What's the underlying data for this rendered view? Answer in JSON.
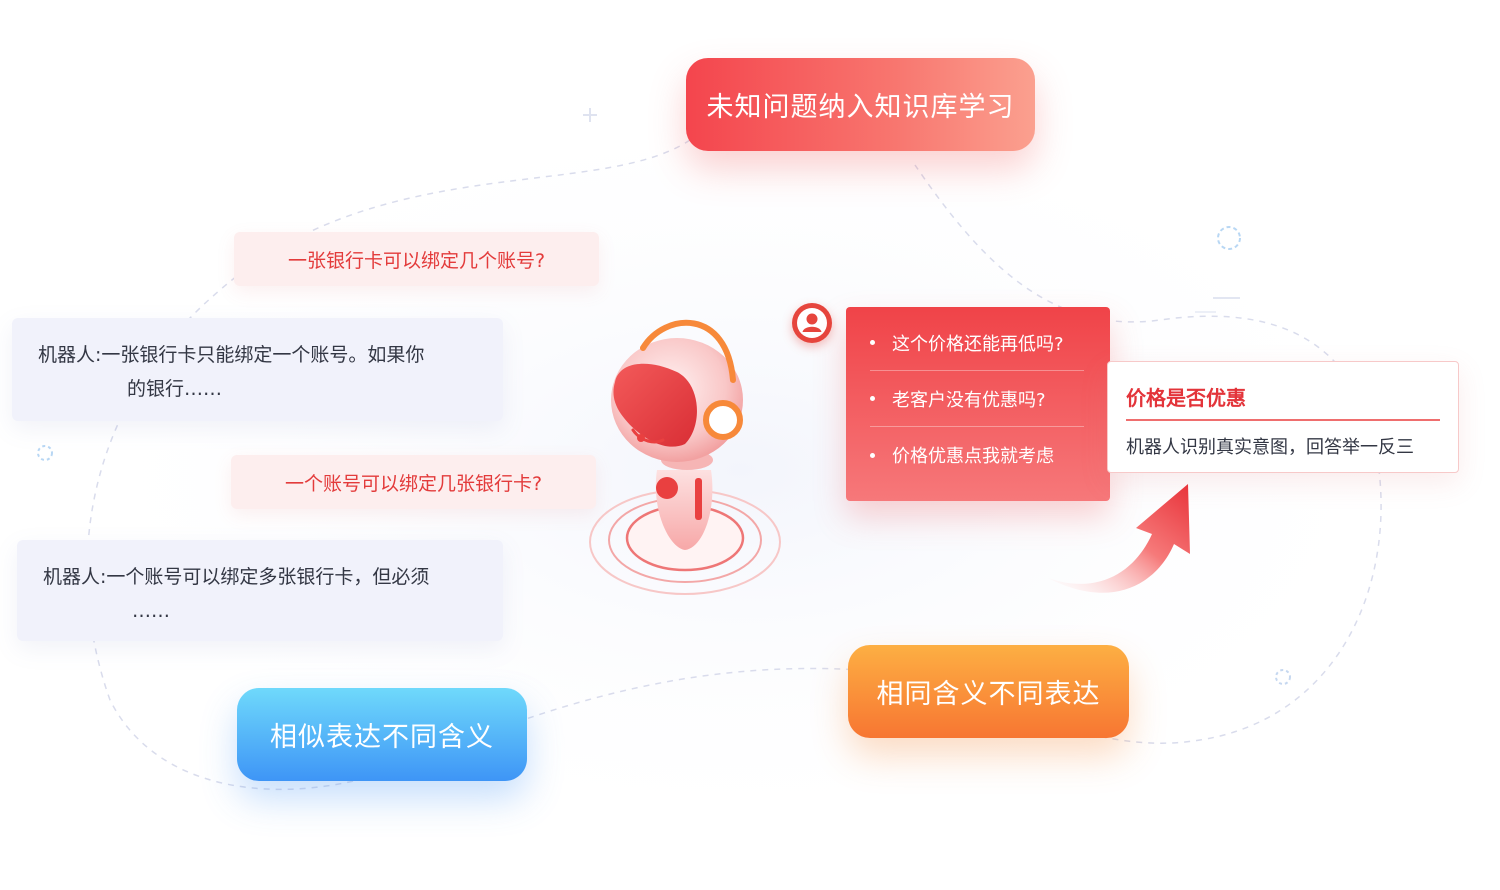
{
  "nodes": {
    "top": "未知问题纳入知识库学习",
    "left_bottom": "相似表达不同含义",
    "right_bottom": "相同含义不同表达"
  },
  "left_chat": {
    "question_1": "一张银行卡可以绑定几个账号?",
    "answer_1": {
      "speaker": "机器人:",
      "line_1": "一张银行卡只能绑定一个账号。如果你",
      "line_2": "的银行……"
    },
    "question_2": "一个账号可以绑定几张银行卡?",
    "answer_2": {
      "speaker": "机器人:",
      "line_1": "一个账号可以绑定多张银行卡，但必须",
      "line_2": "……"
    }
  },
  "right_chat": {
    "questions": [
      "这个价格还能再低吗?",
      "老客户没有优惠吗?",
      "价格优惠点我就考虑"
    ],
    "result_title": "价格是否优惠",
    "result_text": "机器人识别真实意图，回答举一反三"
  },
  "icons": {
    "user": "user-avatar-icon",
    "robot": "robot-headset-illustration",
    "arrow": "curved-up-arrow-icon"
  },
  "colors": {
    "primary_red": "#f04348",
    "blue": "#3e95f6",
    "orange": "#f77632"
  }
}
